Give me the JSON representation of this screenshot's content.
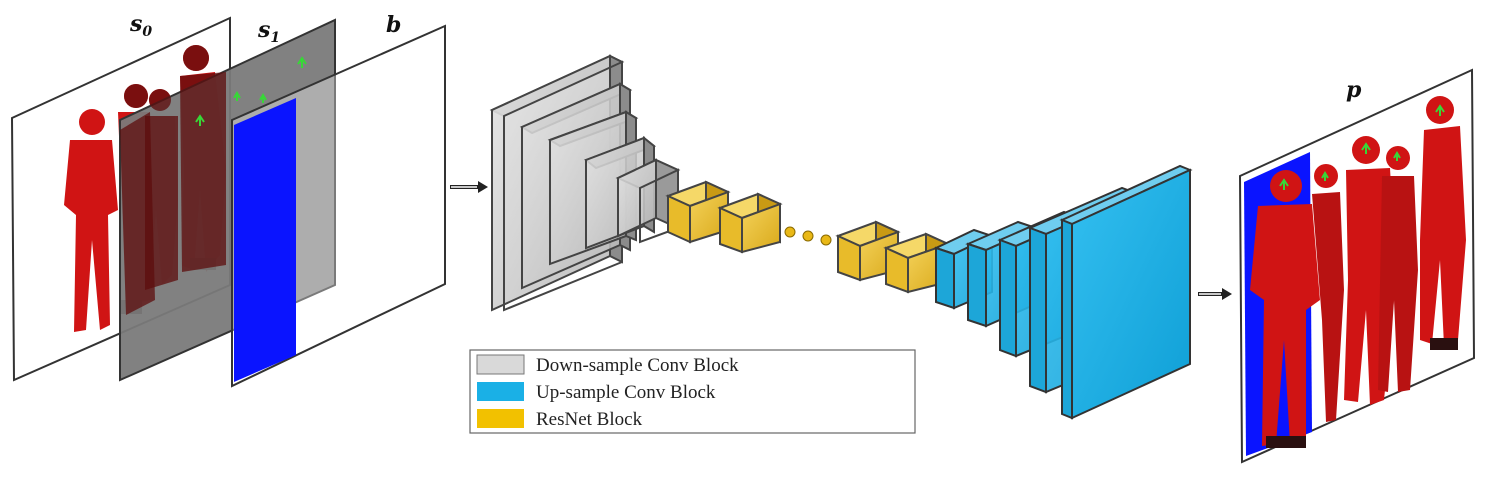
{
  "labels": {
    "s0": {
      "base": "s",
      "sub": "0"
    },
    "s1": {
      "base": "s",
      "sub": "1"
    },
    "b": "b",
    "p": "p"
  },
  "legend": [
    {
      "label": "Down-sample Conv Block",
      "color": "#d9d9d9"
    },
    {
      "label": "Up-sample Conv Block",
      "color": "#1ab0e6"
    },
    {
      "label": "ResNet Block",
      "color": "#f2c100"
    }
  ],
  "colors": {
    "person": "#d01414",
    "person_dark": "#6e0f0f",
    "mask_blue": "#0a14ff",
    "plane_gray": "#7a7a7a",
    "keypoint": "#37d837"
  }
}
